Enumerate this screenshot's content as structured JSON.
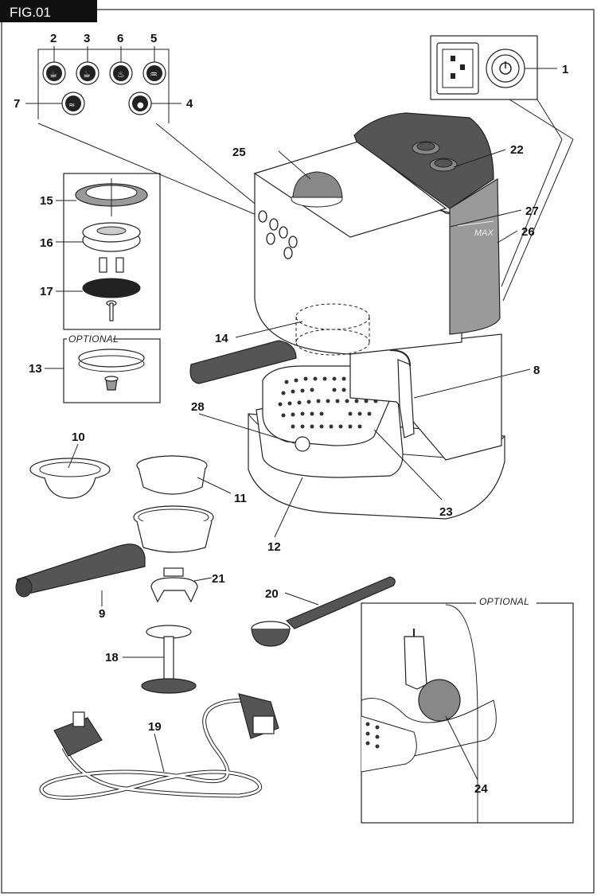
{
  "figure_label": "FIG.01",
  "optional_label": "OPTIONAL",
  "max_mark": "MAX",
  "callouts": {
    "c1": "1",
    "c2": "2",
    "c3": "3",
    "c4": "4",
    "c5": "5",
    "c6": "6",
    "c7": "7",
    "c8": "8",
    "c9": "9",
    "c10": "10",
    "c11": "11",
    "c12": "12",
    "c13": "13",
    "c14": "14",
    "c15": "15",
    "c16": "16",
    "c17": "17",
    "c18": "18",
    "c19": "19",
    "c20": "20",
    "c21": "21",
    "c22": "22",
    "c23": "23",
    "c24": "24",
    "c25": "25",
    "c26": "26",
    "c27": "27",
    "c28": "28"
  },
  "colors": {
    "tab": "#111111",
    "body_dark": "#555555",
    "body_mid": "#9a9a9a",
    "line": "#222222"
  }
}
